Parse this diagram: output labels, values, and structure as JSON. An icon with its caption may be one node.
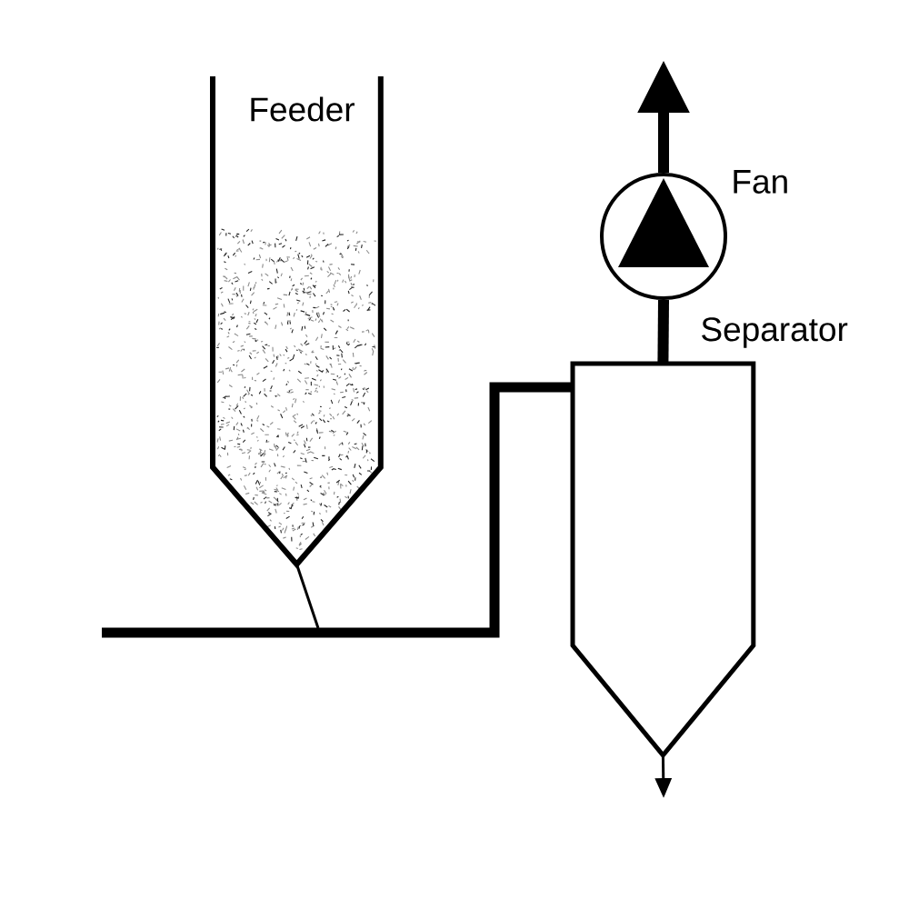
{
  "diagram": {
    "nodes": [
      {
        "text": [
          "Feeder"
        ]
      },
      {
        "text": [
          "Fan"
        ]
      },
      {
        "text": [
          "Separator"
        ]
      }
    ],
    "edges": [
      {
        "from": 0,
        "to": 2,
        "arrow": "none"
      },
      {
        "from": null,
        "to": 2,
        "arrow": "none"
      },
      {
        "from": 2,
        "to": 1,
        "arrow": "none"
      },
      {
        "from": 1,
        "to": null,
        "arrow": "to"
      },
      {
        "from": 2,
        "to": null,
        "arrow": "to"
      }
    ]
  }
}
